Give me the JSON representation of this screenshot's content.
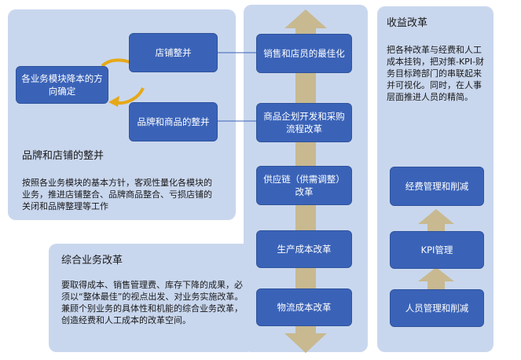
{
  "top_title": "",
  "left_panel": {
    "center_box": "各业务模块降本的方向确定",
    "store_box": "店铺整并",
    "brand_box": "品牌和商品的整并",
    "heading": "品牌和店铺的整并",
    "body": "按照各业务模块的基本方针，客观性量化各模块的业务，推进店铺整合、品牌商品整合、亏损店铺的关闭和品牌整理等工作"
  },
  "bottom_left_panel": {
    "heading": "综合业务改革",
    "body": "要取得成本、销售管理费、库存下降的成果，必须以“整体最佳”的视点出发、对业务实施改革。兼顾个别业务的具体性和机能的综合业务改革，创造经费和人工成本的改革空间。"
  },
  "middle_column": {
    "items": [
      "销售和店员的最佳化",
      "商品企划开发和采购流程改革",
      "供应链（供需调整）改革",
      "生产成本改革",
      "物流成本改革"
    ]
  },
  "right_panel": {
    "heading": "收益改革",
    "body": "把各种改革与经费和人工成本挂钩，把对策-KPI-财务目标跨部门的串联起来并可视化。同时，在人事层面推进人员的精简。",
    "boxes": [
      "经费管理和削减",
      "KPI管理",
      "人员管理和削减"
    ]
  },
  "colors": {
    "panel": "#c9d7ee",
    "box": "#3a63b8",
    "arrow": "#c8b990",
    "cycle_arrow": "#e6a817"
  }
}
